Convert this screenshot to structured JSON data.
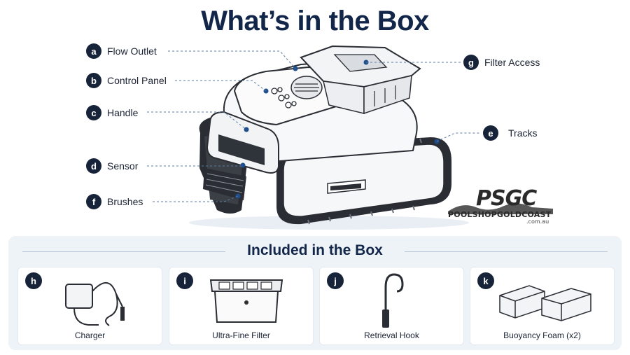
{
  "title": "What’s in the Box",
  "callouts": {
    "a": {
      "letter": "a",
      "label": "Flow Outlet"
    },
    "b": {
      "letter": "b",
      "label": "Control Panel"
    },
    "c": {
      "letter": "c",
      "label": "Handle"
    },
    "d": {
      "letter": "d",
      "label": "Sensor"
    },
    "e": {
      "letter": "e",
      "label": "Tracks"
    },
    "f": {
      "letter": "f",
      "label": "Brushes"
    },
    "g": {
      "letter": "g",
      "label": "Filter Access"
    }
  },
  "logo": {
    "mark": "PSGC",
    "name": "POOLSHOPGOLDCOAST",
    "domain": ".com.au"
  },
  "included": {
    "title": "Included in the Box",
    "items": [
      {
        "letter": "h",
        "label": "Charger",
        "icon": "charger-icon"
      },
      {
        "letter": "i",
        "label": "Ultra-Fine Filter",
        "icon": "filter-basket-icon"
      },
      {
        "letter": "j",
        "label": "Retrieval Hook",
        "icon": "hook-icon"
      },
      {
        "letter": "k",
        "label": "Buoyancy Foam (x2)",
        "icon": "foam-blocks-icon"
      }
    ]
  },
  "colors": {
    "navy": "#12264a",
    "badge": "#172338",
    "panel": "#eef3f8",
    "dot": "#1f4e8c"
  }
}
